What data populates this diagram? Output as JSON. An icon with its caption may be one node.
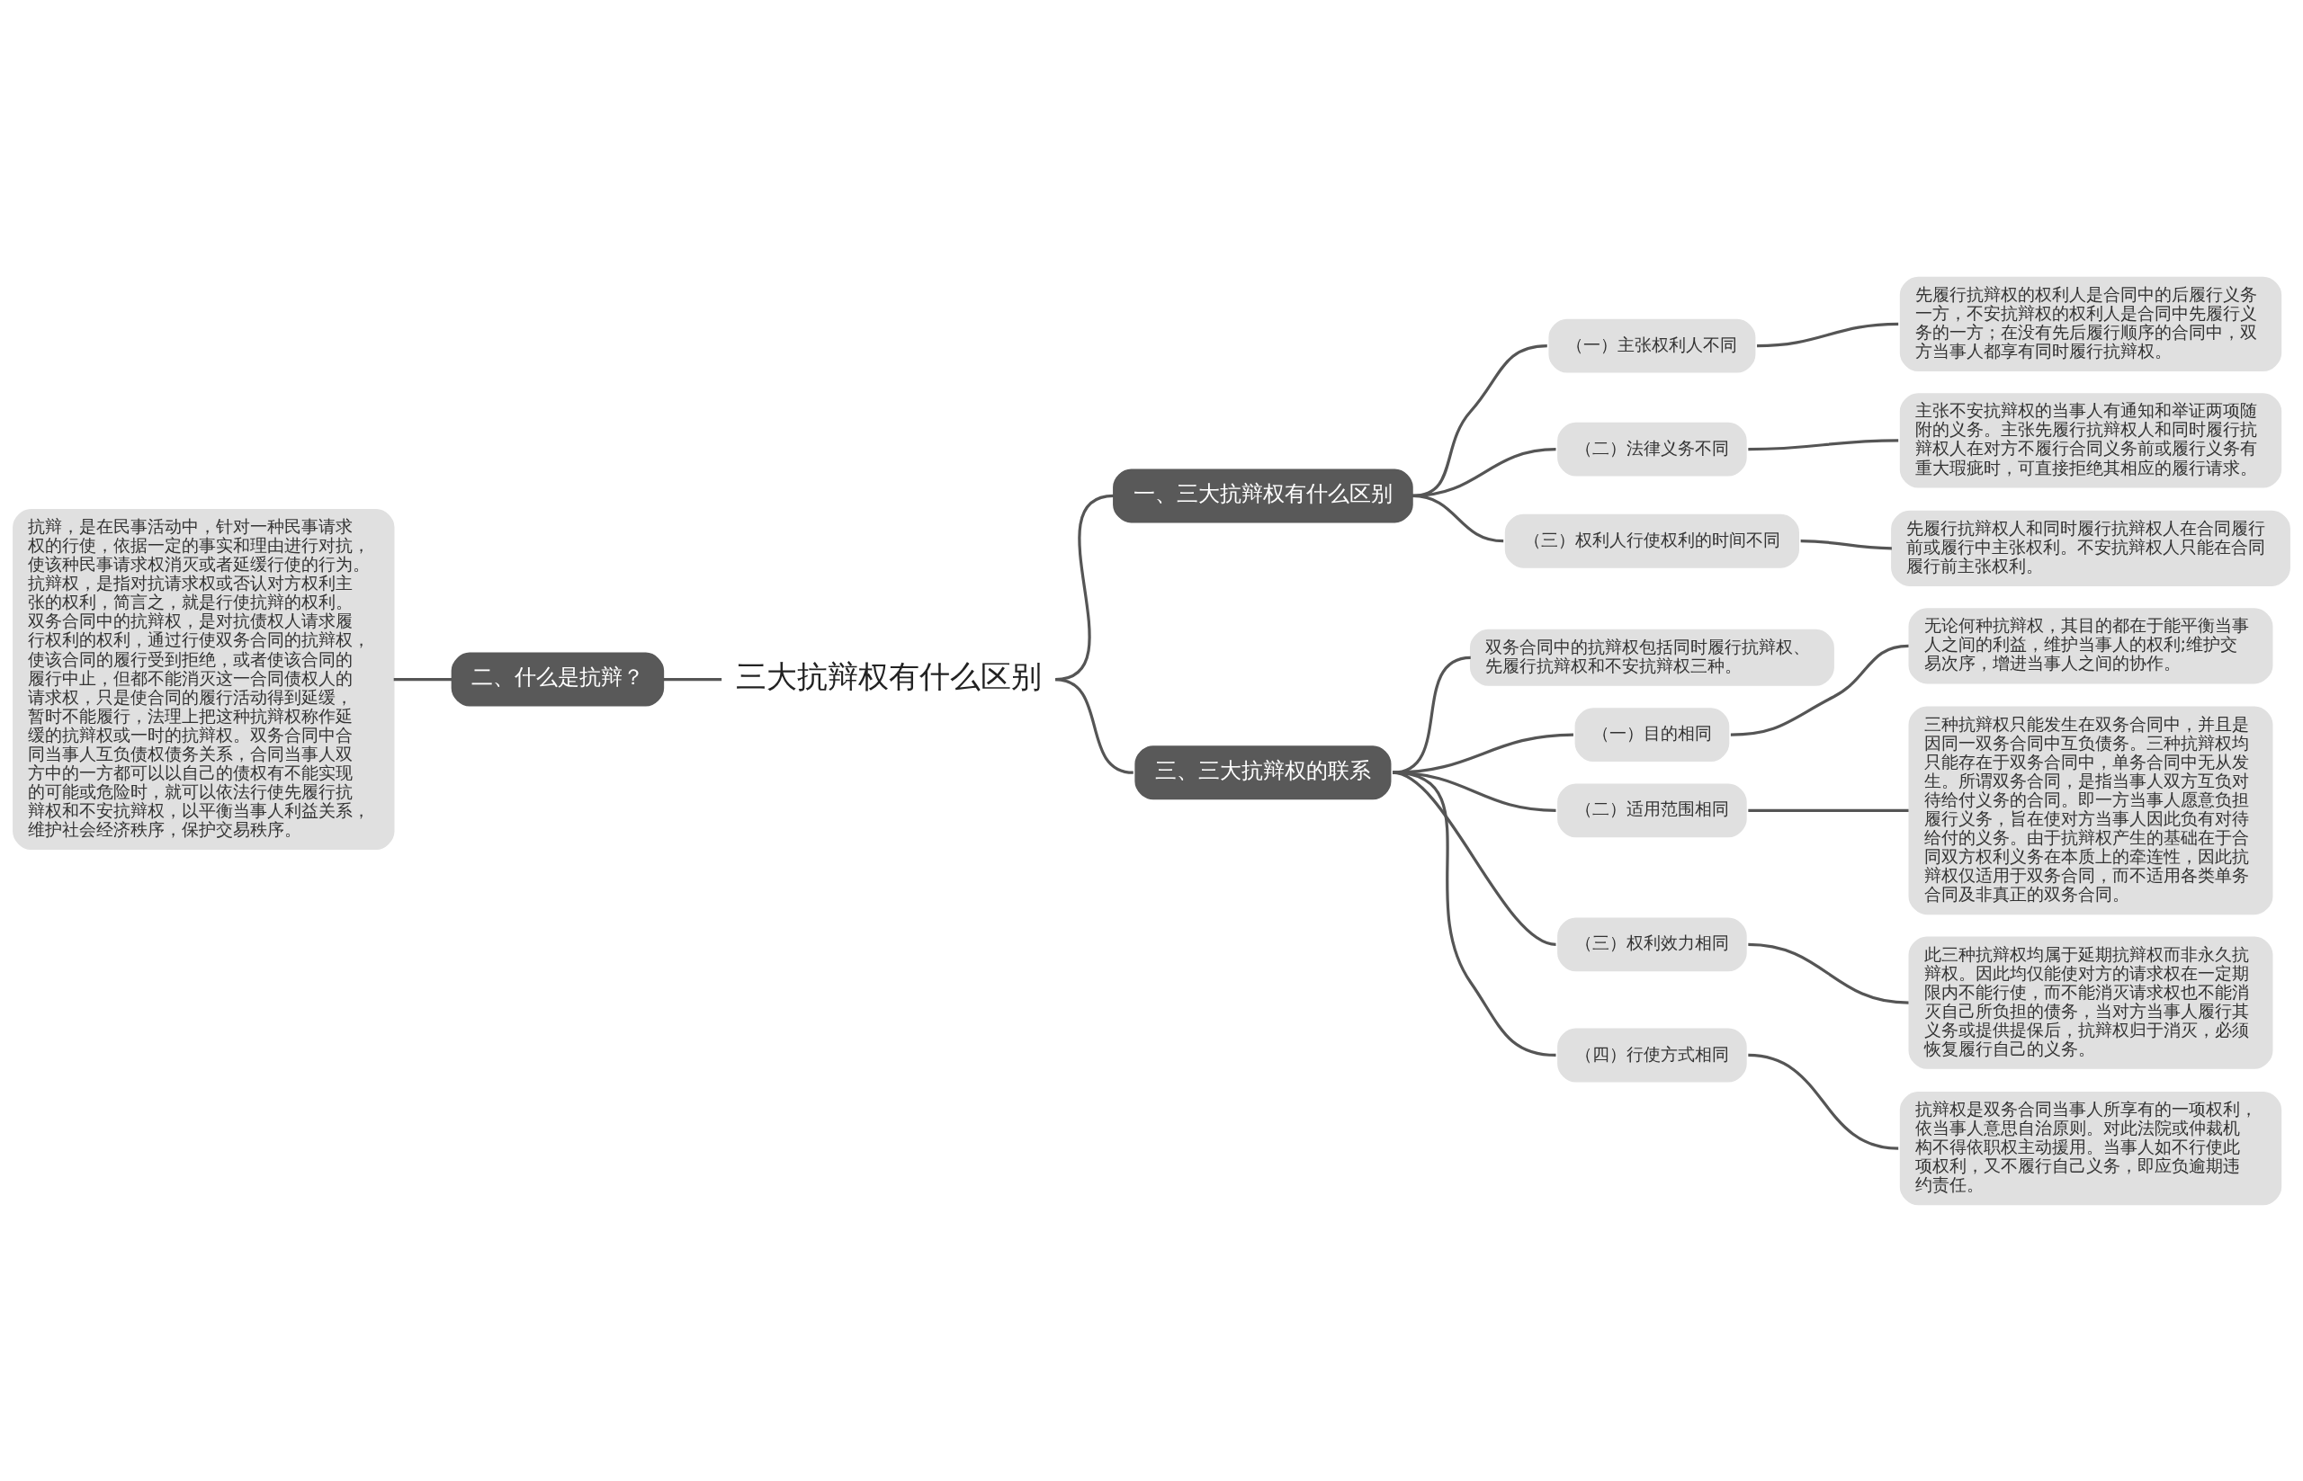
{
  "diagram": {
    "nodes": [
      {
        "text": [
          "三大抗辩权有什么区别"
        ]
      },
      {
        "text": [
          "一、三大抗辩权有什么区别"
        ]
      },
      {
        "text": [
          "（一）主张权利人不同"
        ]
      },
      {
        "text": [
          "先履行抗辩权的权利人是合同中的后履行义务一方，不安抗辩权的权利人是合同中先履行义务的一方；在没有先后履行顺序的合同中，双方当事人都享有同时履行抗辩权。"
        ]
      },
      {
        "text": [
          "（二）法律义务不同"
        ]
      },
      {
        "text": [
          "主张不安抗辩权的当事人有通知和举证两项随附的义务。主张先履行抗辩权人和同时履行抗辩权人在对方不履行合同义务前或履行义务有重大瑕疵时，可直接拒绝其相应的履行请求。"
        ]
      },
      {
        "text": [
          "（三）权利人行使权利的时间不同"
        ]
      },
      {
        "text": [
          "先履行抗辩权人和同时履行抗辩权人在合同履行前或履行中主张权利。不安抗辩权人只能在合同履行前主张权利。"
        ]
      },
      {
        "text": [
          "二、什么是抗辩？"
        ]
      },
      {
        "text": [
          "抗辩，是在民事活动中，针对一种民事请求权的行使，依据一定的事实和理由进行对抗，使该种民事请求权消灭或者延缓行使的行为。抗辩权，是指对抗请求权或否认对方权利主张的权利，简言之，就是行使抗辩的权利。双务合同中的抗辩权，是对抗债权人请求履行权利的权利，通过行使双务合同的抗辩权，使该合同的履行受到拒绝，或者使该合同的履行中止，但都不能消灭这一合同债权人的请求权，只是使合同的履行活动得到延缓，暂时不能履行，法理上把这种抗辩权称作延缓的抗辩权或一时的抗辩权。双务合同中合同当事人互负债权债务关系，合同当事人双方中的一方都可以以自己的债权有不能实现的可能或危险时，就可以依法行使先履行抗辩权和不安抗辩权，以平衡当事人利益关系，维护社会经济秩序，保护交易秩序。"
        ]
      },
      {
        "text": [
          "三、三大抗辩权的联系"
        ]
      },
      {
        "text": [
          "双务合同中的抗辩权包括同时履行抗辩权、先履行抗辩权和不安抗辩权三种。"
        ]
      },
      {
        "text": [
          "（一）目的相同"
        ]
      },
      {
        "text": [
          "无论何种抗辩权，其目的都在于能平衡当事人之间的利益，维护当事人的权利;维护交易次序，增进当事人之间的协作。"
        ]
      },
      {
        "text": [
          "（二）适用范围相同"
        ]
      },
      {
        "text": [
          "三种抗辩权只能发生在双务合同中，并且是因同一双务合同中互负债务。三种抗辩权均只能存在于双务合同中，单务合同中无从发生。所谓双务合同，是指当事人双方互负对待给付义务的合同。即一方当事人愿意负担履行义务，旨在使对方当事人因此负有对待给付的义务。由于抗辩权产生的基础在于合同双方权利义务在本质上的牵连性，因此抗辩权仅适用于双务合同，而不适用各类单务合同及非真正的双务合同。"
        ]
      },
      {
        "text": [
          "（三）权利效力相同"
        ]
      },
      {
        "text": [
          "此三种抗辩权均属于延期抗辩权而非永久抗辩权。因此均仅能使对方的请求权在一定期限内不能行使，而不能消灭请求权也不能消灭自己所负担的债务，当对方当事人履行其义务或提供提保后，抗辩权归于消灭，必须恢复履行自己的义务。"
        ]
      },
      {
        "text": [
          "（四）行使方式相同"
        ]
      },
      {
        "text": [
          "抗辩权是双务合同当事人所享有的一项权利，依当事人意思自治原则。对此法院或仲裁机构不得依职权主动援用。当事人如不行使此项权利，又不履行自己义务，即应负逾期违约责任。"
        ]
      }
    ],
    "edges": [
      {
        "from": 0,
        "to": 1,
        "arrow": "none"
      },
      {
        "from": 1,
        "to": 2,
        "arrow": "none"
      },
      {
        "from": 2,
        "to": 3,
        "arrow": "none"
      },
      {
        "from": 1,
        "to": 4,
        "arrow": "none"
      },
      {
        "from": 4,
        "to": 5,
        "arrow": "none"
      },
      {
        "from": 1,
        "to": 6,
        "arrow": "none"
      },
      {
        "from": 6,
        "to": 7,
        "arrow": "none"
      },
      {
        "from": 0,
        "to": 8,
        "arrow": "none"
      },
      {
        "from": 8,
        "to": 9,
        "arrow": "none"
      },
      {
        "from": 0,
        "to": 10,
        "arrow": "none"
      },
      {
        "from": 10,
        "to": 11,
        "arrow": "none"
      },
      {
        "from": 10,
        "to": 12,
        "arrow": "none"
      },
      {
        "from": 12,
        "to": 13,
        "arrow": "none"
      },
      {
        "from": 10,
        "to": 14,
        "arrow": "none"
      },
      {
        "from": 14,
        "to": 15,
        "arrow": "none"
      },
      {
        "from": 10,
        "to": 16,
        "arrow": "none"
      },
      {
        "from": 16,
        "to": 17,
        "arrow": "none"
      },
      {
        "from": 10,
        "to": 18,
        "arrow": "none"
      },
      {
        "from": 18,
        "to": 19,
        "arrow": "none"
      }
    ]
  }
}
